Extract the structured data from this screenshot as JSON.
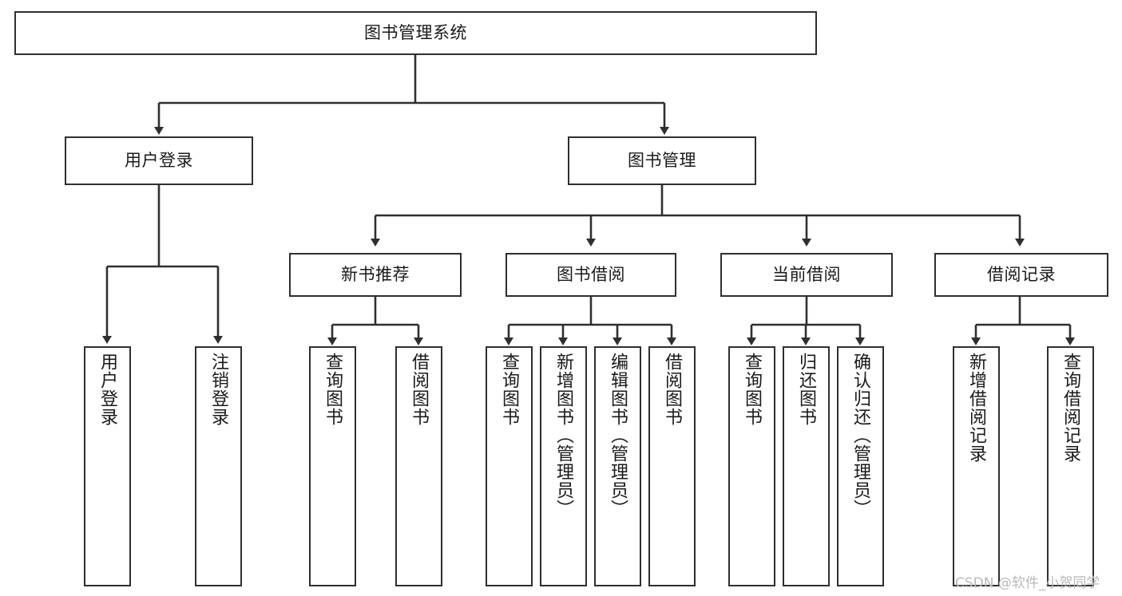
{
  "diagram": {
    "title": "图书管理系统",
    "watermark": "CSDN @软件_小贺同学",
    "colors": {
      "stroke": "#2f2f2f",
      "fill": "#ffffff",
      "text": "#1a1a1a",
      "watermark": "#b9b9b9"
    },
    "root": {
      "label": "图书管理系统"
    },
    "level2": [
      {
        "label": "用户登录"
      },
      {
        "label": "图书管理"
      }
    ],
    "level3": [
      {
        "label": "新书推荐"
      },
      {
        "label": "图书借阅"
      },
      {
        "label": "当前借阅"
      },
      {
        "label": "借阅记录"
      }
    ],
    "leaves": {
      "user_login": [
        {
          "label": "用户登录"
        },
        {
          "label": "注销登录"
        }
      ],
      "new_books": [
        {
          "label": "查询图书"
        },
        {
          "label": "借阅图书"
        }
      ],
      "book_borrow": [
        {
          "label": "查询图书"
        },
        {
          "label": "新增图书（管理员）"
        },
        {
          "label": "编辑图书（管理员）"
        },
        {
          "label": "借阅图书"
        }
      ],
      "current_borrow": [
        {
          "label": "查询图书"
        },
        {
          "label": "归还图书"
        },
        {
          "label": "确认归还（管理员）"
        }
      ],
      "borrow_records": [
        {
          "label": "新增借阅记录"
        },
        {
          "label": "查询借阅记录"
        }
      ]
    }
  }
}
